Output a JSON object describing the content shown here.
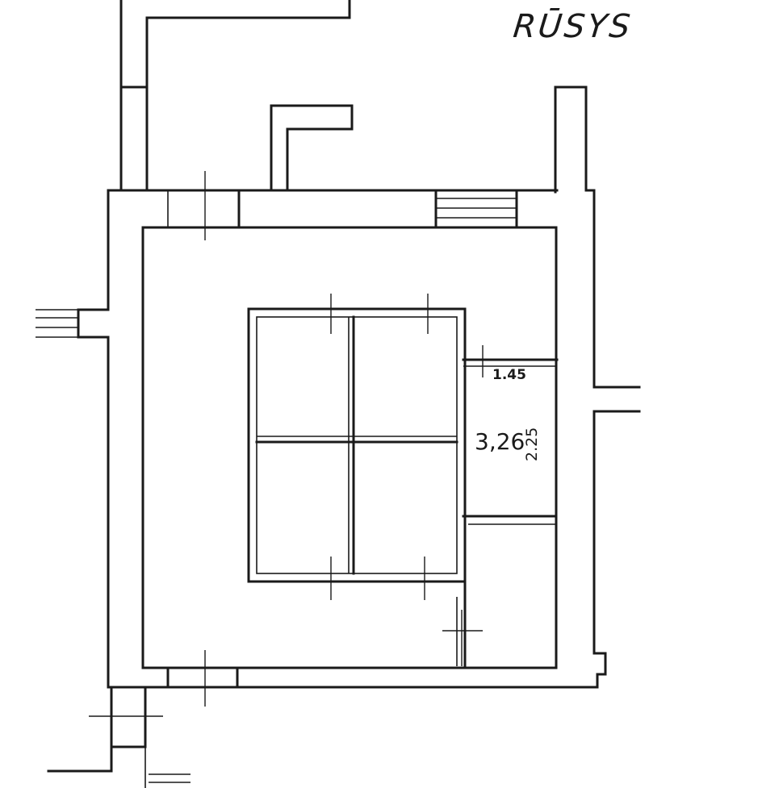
{
  "plan": {
    "title": "RŪSYS",
    "room_area": "3,26",
    "dimension_width": "1.45",
    "dimension_height": "2.25"
  },
  "colors": {
    "line": "#1a1a1a",
    "paper": "#ffffff"
  }
}
